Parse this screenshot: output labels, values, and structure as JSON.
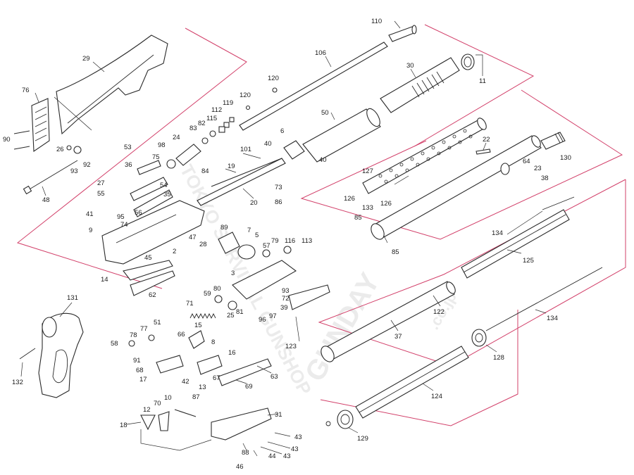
{
  "watermark": {
    "line1": "TOKYO SURVIVAL GUNSHOP",
    "line2": "GUNDAY",
    "line3": ".co.jp"
  },
  "colors": {
    "group_outline": "#d2406a",
    "line_art": "#2a2a2a",
    "background": "#ffffff"
  },
  "labels": {
    "p110": "110",
    "p106": "106",
    "p30": "30",
    "p11": "11",
    "p29": "29",
    "p120a": "120",
    "p120b": "120",
    "p119": "119",
    "p112": "112",
    "p115": "115",
    "p83": "83",
    "p82": "82",
    "p50": "50",
    "p6": "6",
    "p40a": "40",
    "p40b": "40",
    "p76": "76",
    "p90": "90",
    "p26": "26",
    "p92": "92",
    "p93": "93",
    "p48": "48",
    "p53": "53",
    "p98": "98",
    "p24": "24",
    "p84": "84",
    "p101": "101",
    "p36": "36",
    "p75": "75",
    "p19": "19",
    "p27": "27",
    "p55": "55",
    "p54": "54",
    "p35": "35",
    "p20": "20",
    "p73": "73",
    "p86": "86",
    "p41": "41",
    "p95": "95",
    "p74": "74",
    "p56": "56",
    "p9": "9",
    "p47": "47",
    "p89": "89",
    "p7": "7",
    "p5": "5",
    "p79": "79",
    "p57": "57",
    "p116": "116",
    "p113": "113",
    "p28": "28",
    "p2": "2",
    "p45": "45",
    "p14": "14",
    "p62": "62",
    "p3": "3",
    "p80": "80",
    "p59": "59",
    "p81": "81",
    "p25": "25",
    "p93b": "93",
    "p72": "72",
    "p39": "39",
    "p96": "96",
    "p97": "97",
    "p71": "71",
    "p131": "131",
    "p51": "51",
    "p77": "77",
    "p78": "78",
    "p58": "58",
    "p66": "66",
    "p15": "15",
    "p8": "8",
    "p16": "16",
    "p91": "91",
    "p68": "68",
    "p17": "17",
    "p42": "42",
    "p13": "13",
    "p67": "67",
    "p63": "63",
    "p69": "69",
    "p132": "132",
    "p10": "10",
    "p87": "87",
    "p70": "70",
    "p12": "12",
    "p31": "31",
    "p18": "18",
    "p43a": "43",
    "p43b": "43",
    "p43c": "43",
    "p88": "88",
    "p44": "44",
    "p46": "46",
    "p127": "127",
    "p22": "22",
    "p130": "130",
    "p64": "64",
    "p23": "23",
    "p38": "38",
    "p126a": "126",
    "p126b": "126",
    "p133": "133",
    "p85a": "85",
    "p85b": "85",
    "p134a": "134",
    "p134b": "134",
    "p125": "125",
    "p122": "122",
    "p37": "37",
    "p123": "123",
    "p128": "128",
    "p124": "124",
    "p129": "129"
  }
}
